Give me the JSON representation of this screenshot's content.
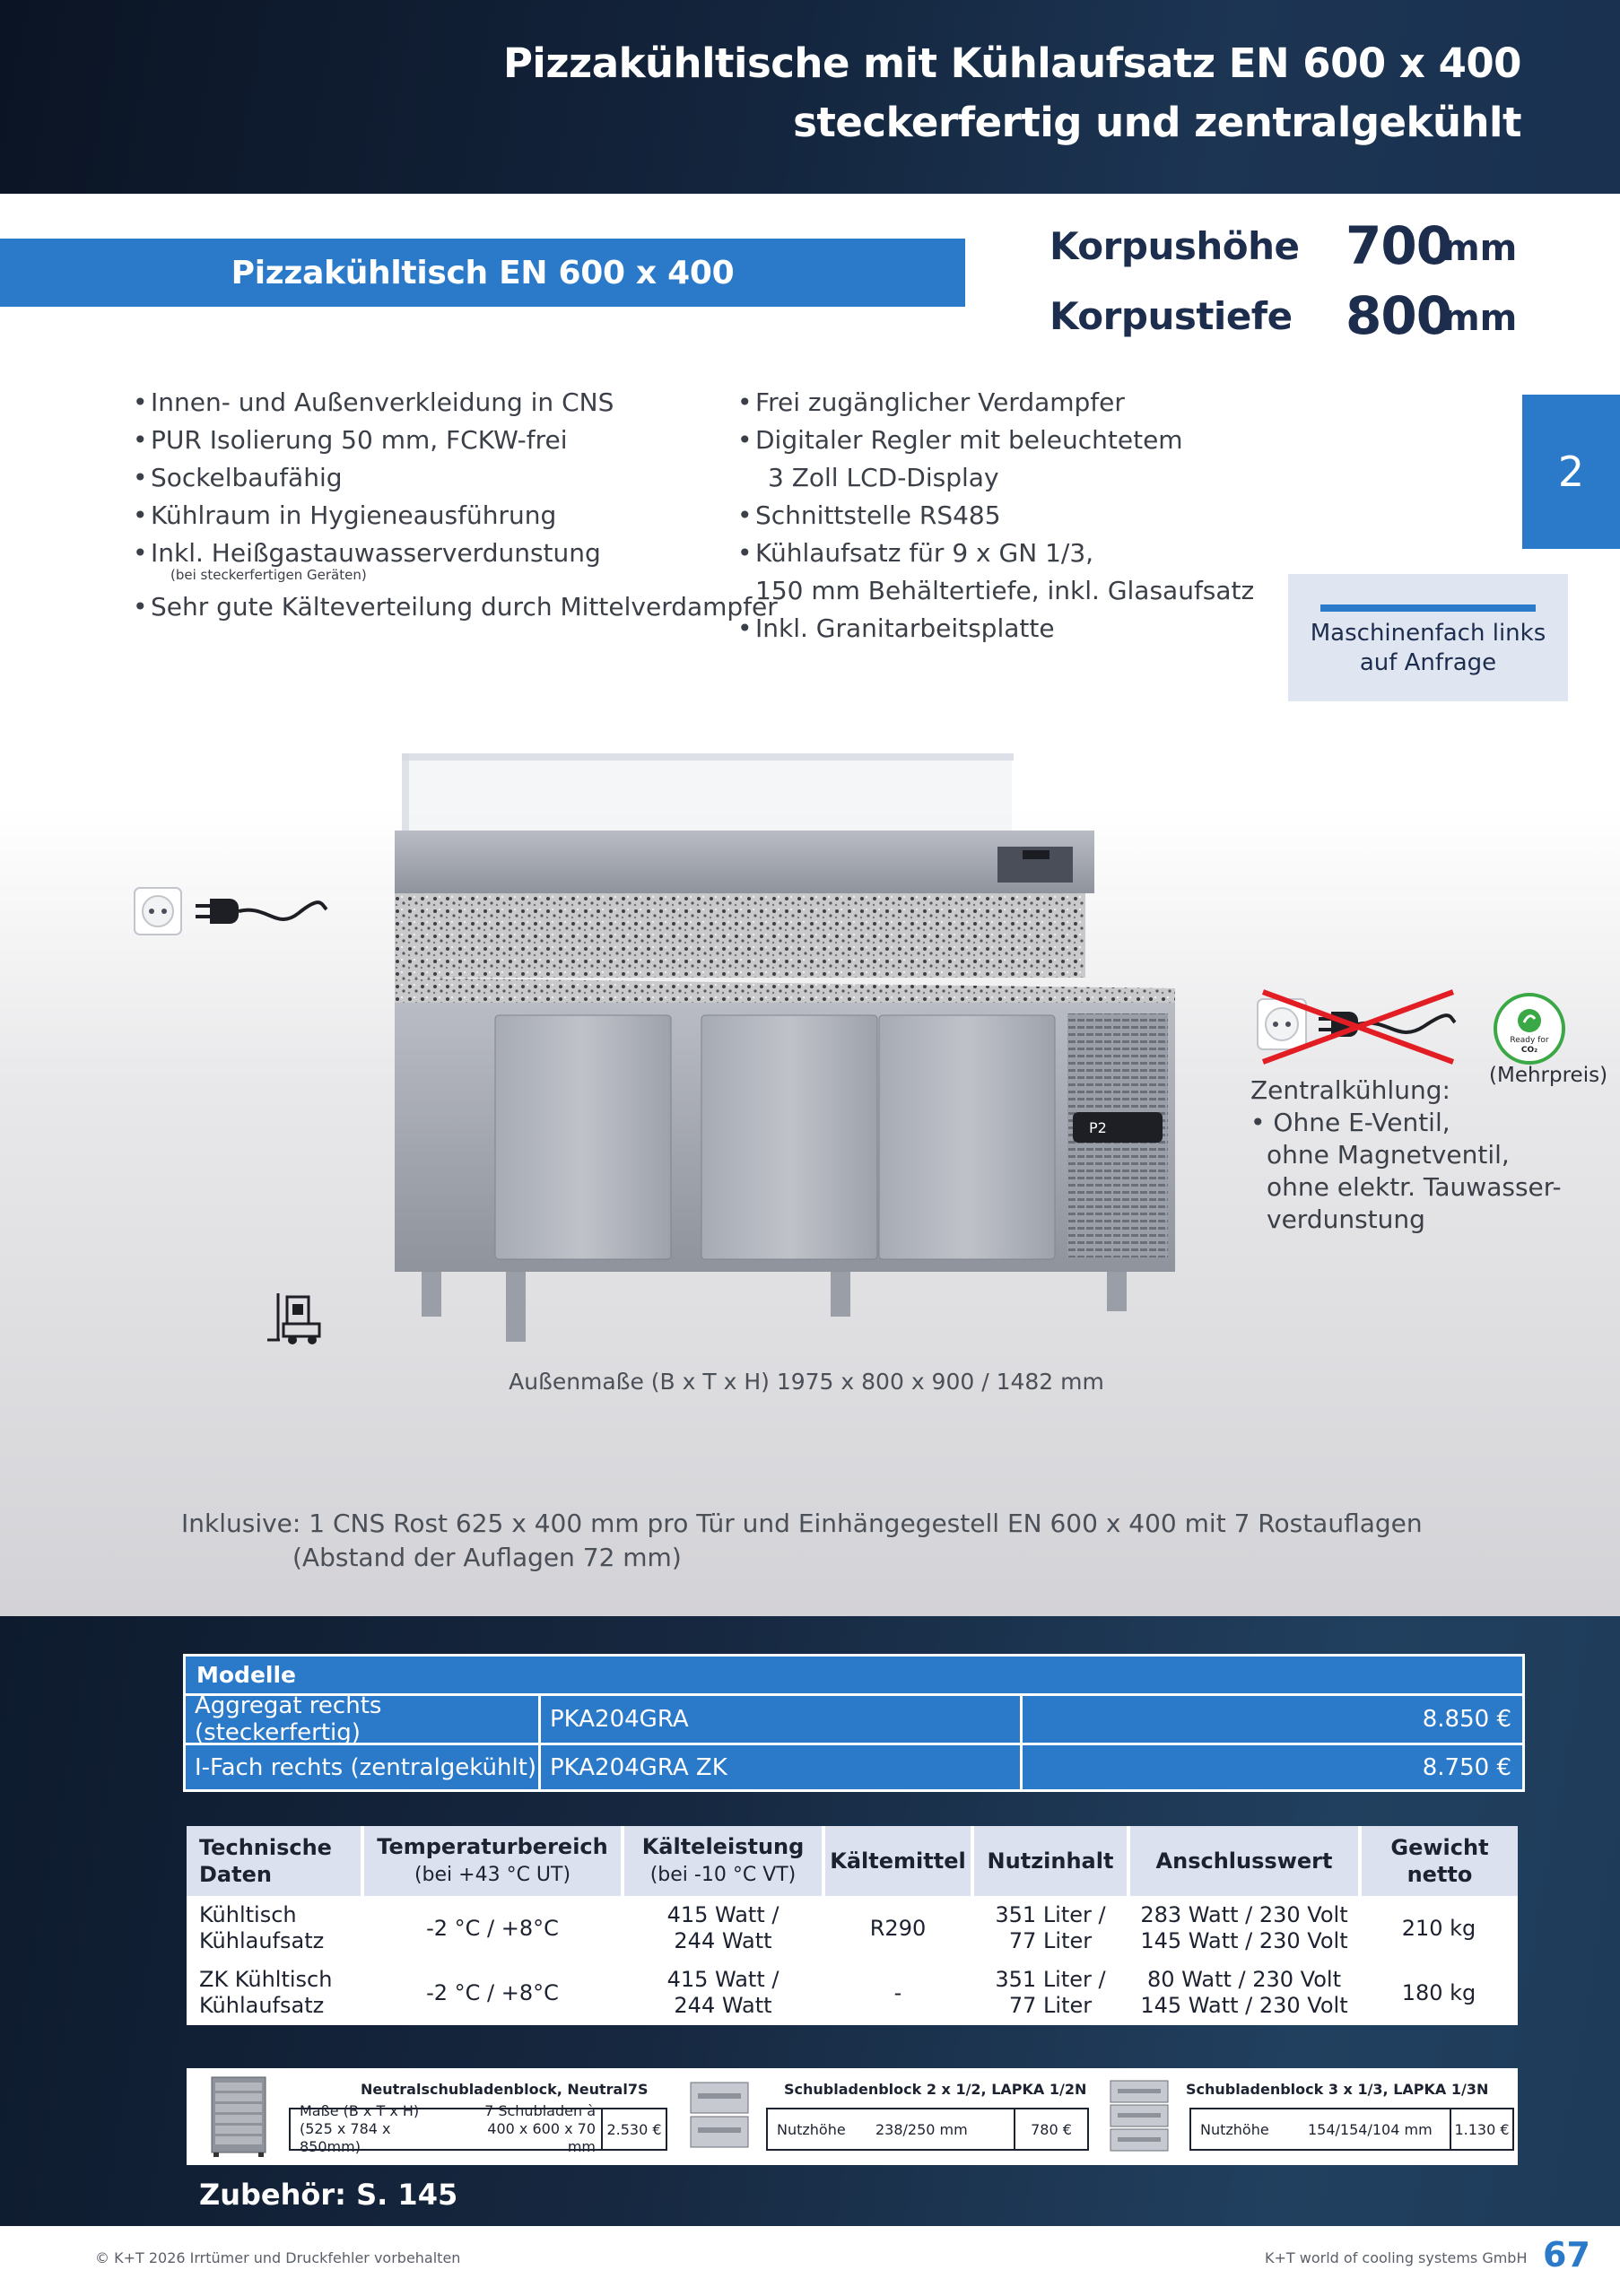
{
  "header": {
    "title_line1": "Pizzakühltische mit Kühlaufsatz EN 600 x 400",
    "title_line2": "steckerfertig und zentralgekühlt"
  },
  "product": {
    "banner": "Pizzakühltisch EN 600 x 400",
    "dims": [
      {
        "label": "Korpushöhe",
        "value": "700",
        "unit": "mm"
      },
      {
        "label": "Korpustiefe",
        "value": "800",
        "unit": "mm"
      }
    ]
  },
  "features_left": [
    "Innen- und Außenverkleidung in CNS",
    "PUR Isolierung 50 mm, FCKW-frei",
    "Sockelbaufähig",
    "Kühlraum in Hygieneausführung",
    "Inkl. Heißgastauwasserverdunstung",
    "(bei steckerfertigen Geräten)",
    "Sehr gute Kälteverteilung durch Mittelverdampfer"
  ],
  "features_right": [
    "Frei zugänglicher Verdampfer",
    "Digitaler Regler mit beleuchtetem",
    "3 Zoll LCD-Display",
    "Schnittstelle RS485",
    "Kühlaufsatz für 9 x GN 1/3,",
    "150 mm Behältertiefe, inkl. Glasaufsatz",
    "Inkl. Granitarbeitsplatte"
  ],
  "chapter": "2",
  "machine_note": {
    "line1": "Maschinenfach links",
    "line2": "auf Anfrage"
  },
  "zentral": {
    "heading": "Zentralkühlung:",
    "mehrpreis": "(Mehrpreis)",
    "co2_badge": {
      "line1": "Ready for",
      "line2": "CO₂"
    },
    "items": [
      "Ohne E-Ventil,",
      "ohne Magnetventil,",
      "ohne elektr. Tauwasser-",
      "verdunstung"
    ]
  },
  "display_label": "P2",
  "aussenmasse": "Außenmaße (B x T x H) 1975 x 800 x 900 / 1482 mm",
  "inklusive": {
    "line1": "Inklusive: 1 CNS Rost 625 x 400 mm pro Tür und Einhängegestell EN 600 x 400 mit 7 Rostauflagen",
    "line2": "(Abstand der Auflagen 72 mm)"
  },
  "models": {
    "header": "Modelle",
    "rows": [
      {
        "name": "Aggregat rechts (steckerfertig)",
        "code": "PKA204GRA",
        "price": "8.850 €"
      },
      {
        "name": "I-Fach rechts (zentralgekühlt)",
        "code": "PKA204GRA ZK",
        "price": "8.750 €"
      }
    ]
  },
  "tech": {
    "headers": [
      {
        "l1": "Technische",
        "l2": "Daten"
      },
      {
        "l1": "Temperaturbereich",
        "l2": "(bei +43 °C UT)"
      },
      {
        "l1": "Kälteleistung",
        "l2": "(bei -10 °C VT)"
      },
      {
        "l1": "Kältemittel",
        "l2": ""
      },
      {
        "l1": "Nutzinhalt",
        "l2": ""
      },
      {
        "l1": "Anschlusswert",
        "l2": ""
      },
      {
        "l1": "Gewicht",
        "l2": "netto"
      }
    ],
    "rows": [
      {
        "c1a": "Kühltisch",
        "c1b": "Kühlaufsatz",
        "temp": "-2 °C / +8°C",
        "kaelte_a": "415 Watt /",
        "kaelte_b": "244 Watt",
        "mittel": "R290",
        "inhalt_a": "351 Liter /",
        "inhalt_b": "77 Liter",
        "ansch_a": "283 Watt / 230 Volt",
        "ansch_b": "145 Watt / 230 Volt",
        "gewicht": "210 kg"
      },
      {
        "c1a": "ZK Kühltisch",
        "c1b": "Kühlaufsatz",
        "temp": "-2 °C / +8°C",
        "kaelte_a": "415 Watt /",
        "kaelte_b": "244 Watt",
        "mittel": "-",
        "inhalt_a": "351 Liter /",
        "inhalt_b": "77 Liter",
        "ansch_a": "80 Watt / 230 Volt",
        "ansch_b": "145 Watt / 230 Volt",
        "gewicht": "180 kg"
      }
    ]
  },
  "accessories": [
    {
      "title": "Neutralschubladenblock, Neutral7S",
      "a1": "Maße (B x T x H)",
      "a2": "(525 x 784 x 850mm)",
      "b1": "7 Schubladen à",
      "b2": "400 x 600 x 70 mm",
      "price": "2.530 €"
    },
    {
      "title": "Schubladenblock 2 x 1/2, LAPKA 1/2N",
      "label": "Nutzhöhe",
      "value": "238/250 mm",
      "price": "780 €"
    },
    {
      "title": "Schubladenblock 3 x 1/3, LAPKA 1/3N",
      "label": "Nutzhöhe",
      "value": "154/154/104 mm",
      "price": "1.130 €"
    }
  ],
  "zubehoer": "Zubehör: S. 145",
  "footer": {
    "left": "© K+T 2026 Irrtümer und Druckfehler vorbehalten",
    "right": "K+T world of cooling systems GmbH",
    "page": "67"
  },
  "colors": {
    "accent": "#2a7ac9",
    "dark": "#13243c",
    "text": "#1d2d4e"
  }
}
